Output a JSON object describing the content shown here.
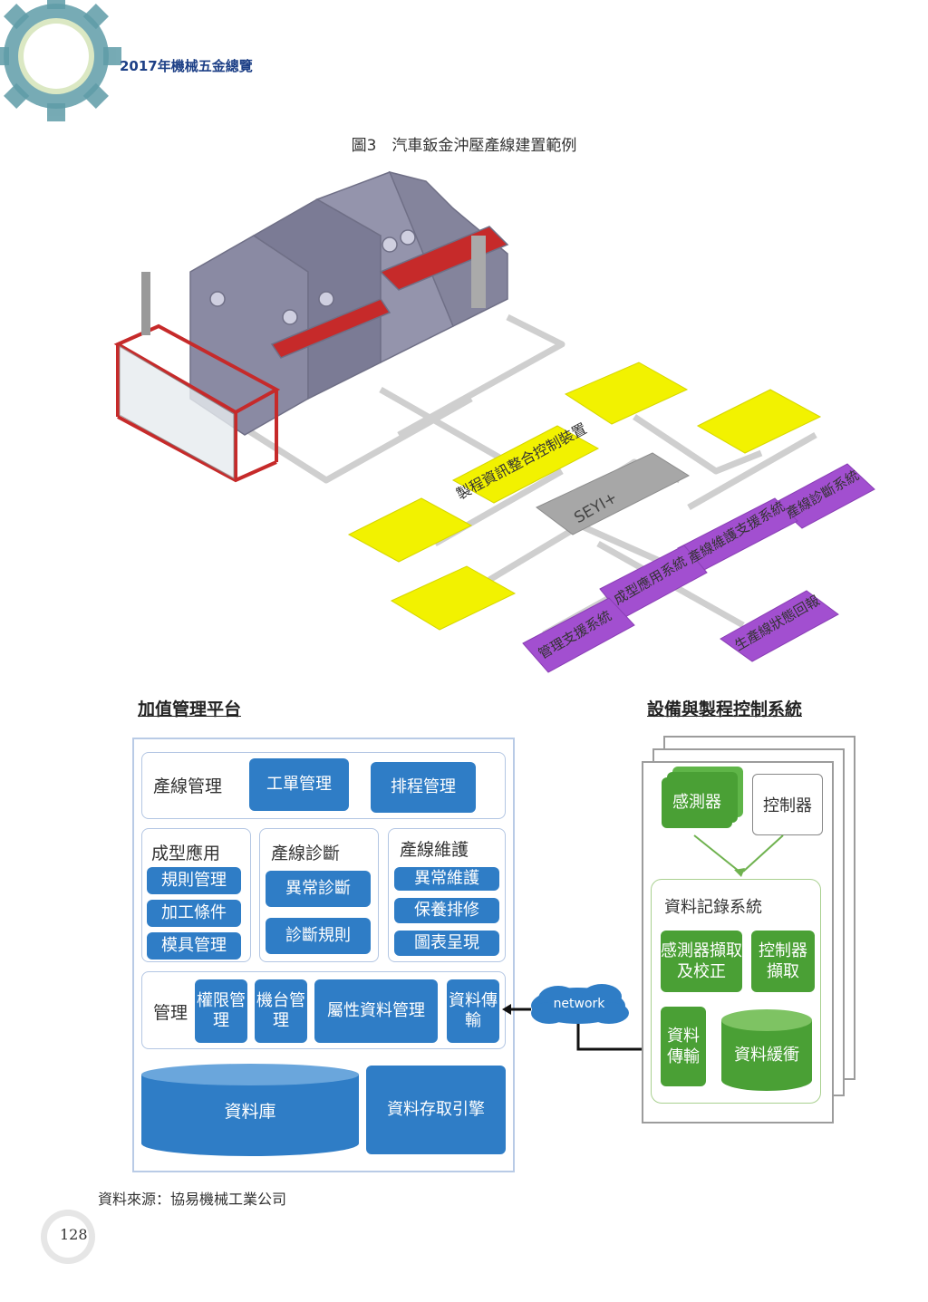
{
  "header": {
    "book_title": "2017年機械五金總覽",
    "figure_title": "圖3　汽車鈑金沖壓產線建置範例"
  },
  "diagram": {
    "hub_label": "SEYI+",
    "yellow_label": "製程資訊整合控制裝置",
    "purple_labels": [
      "產線診斷系統",
      "產線維護支援系統",
      "成型應用系統",
      "生產線狀態回報",
      "管理支援系統"
    ]
  },
  "left_panel": {
    "title": "加值管理平台",
    "line_mgmt": {
      "label": "產線管理",
      "buttons": [
        "工單管理",
        "排程管理"
      ]
    },
    "forming": {
      "label": "成型應用",
      "buttons": [
        "規則管理",
        "加工條件",
        "模具管理"
      ]
    },
    "diagnosis": {
      "label": "產線診斷",
      "buttons": [
        "異常診斷",
        "診斷規則"
      ]
    },
    "maintenance": {
      "label": "產線維護",
      "buttons": [
        "異常維護",
        "保養排修",
        "圖表呈現"
      ]
    },
    "management": {
      "label": "管理",
      "buttons": [
        "權限管理",
        "機台管理",
        "屬性資料管理",
        "資料傳輸"
      ]
    },
    "database": "資料庫",
    "engine": "資料存取引擎"
  },
  "network": "network",
  "right_panel": {
    "title": "設備與製程控制系統",
    "sensor": "感測器",
    "controller": "控制器",
    "logger_title": "資料記錄系統",
    "buttons": [
      "感測器擷取及校正",
      "控制器擷取",
      "資料傳輸",
      "資料緩衝"
    ]
  },
  "footer": {
    "source": "資料來源：協易機械工業公司",
    "page_number": "128"
  },
  "colors": {
    "yellow": "#f2f200",
    "purple": "#a24fd0",
    "blue": "#2f7dc6",
    "green": "#4aa035",
    "accent": "#1c3f86"
  }
}
